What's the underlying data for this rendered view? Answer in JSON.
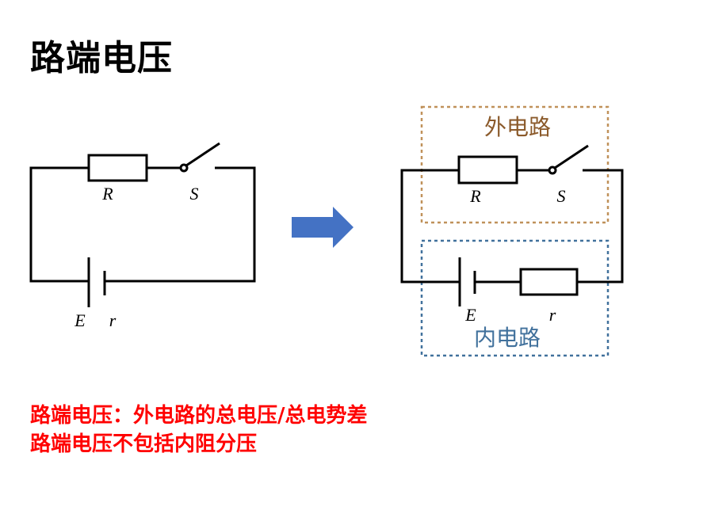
{
  "slide": {
    "title": "路端电压",
    "notes": [
      "路端电压：外电路的总电压/总电势差",
      "路端电压不包括内阻分压"
    ]
  },
  "left_circuit": {
    "resistor_label": "R",
    "switch_label": "S",
    "emf_label": "E",
    "internal_resistance_label": "r"
  },
  "arrow": {
    "icon": "right-arrow-icon",
    "color": "#4472c4"
  },
  "right_circuit": {
    "resistor_label": "R",
    "switch_label": "S",
    "emf_label": "E",
    "internal_resistance_label": "r",
    "external_region": {
      "label": "外电路",
      "color": "#8b5a2b",
      "border_color": "#c0915a"
    },
    "internal_region": {
      "label": "内电路",
      "color": "#41719c",
      "border_color": "#41719c"
    }
  },
  "colors": {
    "note_text": "#ff0000",
    "wire": "#000000"
  }
}
